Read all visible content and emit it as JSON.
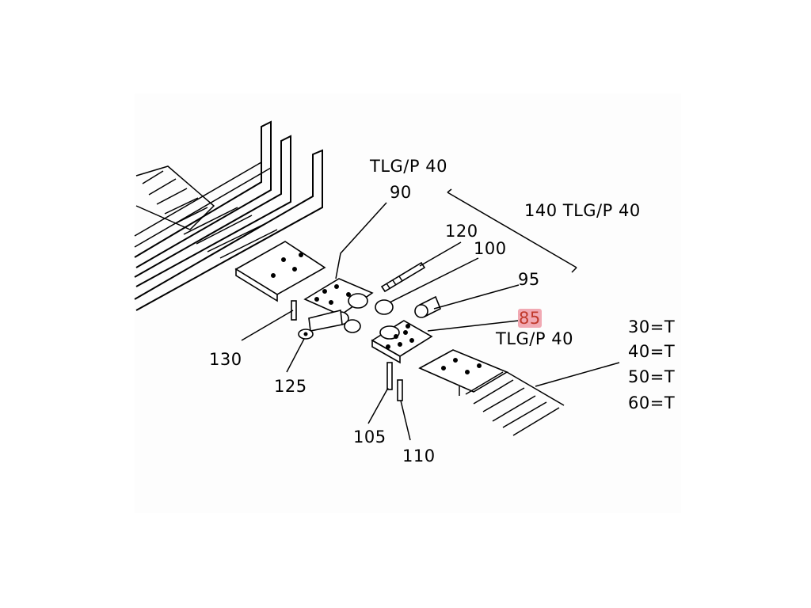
{
  "diagram": {
    "labels": {
      "l90_title": "TLG/P 40",
      "l90": "90",
      "l140": "140 TLG/P 40",
      "l120": "120",
      "l100": "100",
      "l95": "95",
      "l85": "85",
      "l85_title": "TLG/P 40",
      "l130": "130",
      "l125": "125",
      "l105": "105",
      "l110": "110",
      "t30": "30=T",
      "t40": "40=T",
      "t50": "50=T",
      "t60": "60=T"
    },
    "highlight_color": "#f1a9b3"
  }
}
